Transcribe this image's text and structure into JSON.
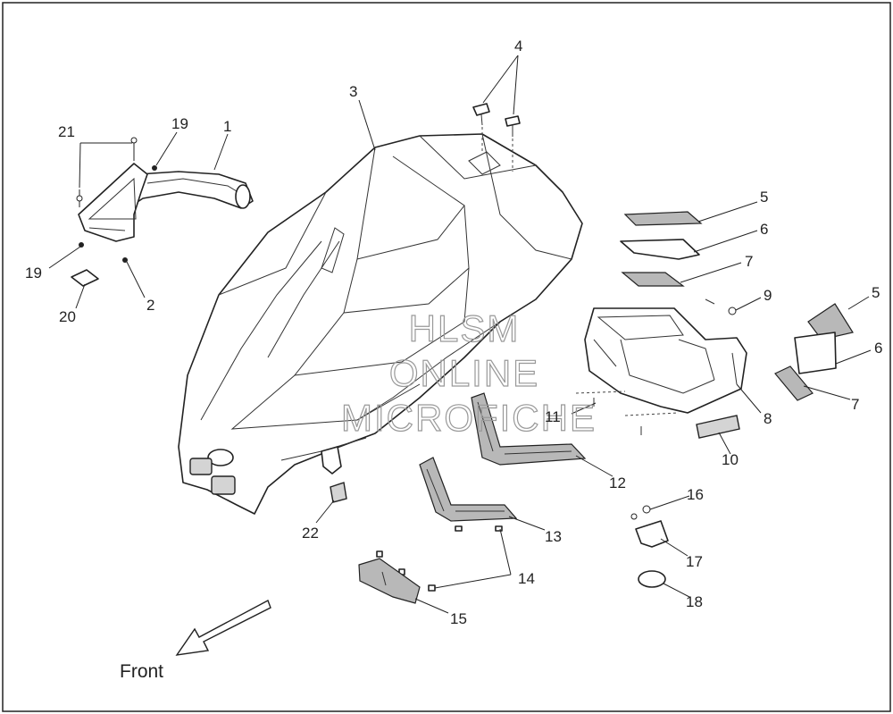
{
  "callouts": {
    "c1": "1",
    "c2": "2",
    "c3": "3",
    "c4": "4",
    "c5a": "5",
    "c5b": "5",
    "c6a": "6",
    "c6b": "6",
    "c7a": "7",
    "c7b": "7",
    "c8": "8",
    "c9": "9",
    "c10": "10",
    "c11": "11",
    "c12": "12",
    "c13": "13",
    "c14": "14",
    "c15": "15",
    "c16": "16",
    "c17": "17",
    "c18": "18",
    "c19a": "19",
    "c19b": "19",
    "c20": "20",
    "c21": "21",
    "c22": "22"
  },
  "direction_label": "Front",
  "watermark": {
    "line1": "HLSM",
    "line2": "ONLINE",
    "line3": "MICROFICHE"
  },
  "colors": {
    "line": "#222222",
    "watermark": "#999999",
    "background": "#ffffff"
  }
}
